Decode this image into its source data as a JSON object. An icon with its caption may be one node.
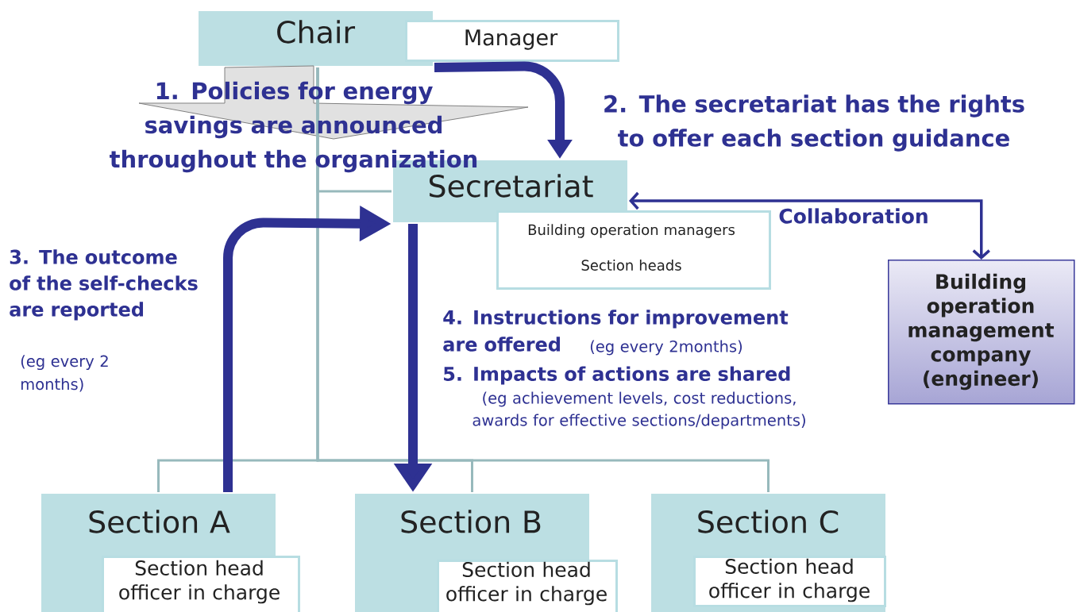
{
  "diagram": {
    "nodes": [
      {
        "text": [
          "Chair"
        ]
      },
      {
        "text": [
          "Manager"
        ]
      },
      {
        "text": [
          "Secretariat"
        ]
      },
      {
        "text": [
          "Building operation managers",
          "Section heads"
        ]
      },
      {
        "text": [
          "Building operation management company (engineer)"
        ]
      },
      {
        "text": [
          "Section A"
        ]
      },
      {
        "text": [
          "Section head officer in charge"
        ]
      },
      {
        "text": [
          "Section B"
        ]
      },
      {
        "text": [
          "Section head officer in charge"
        ]
      },
      {
        "text": [
          "Section C"
        ]
      },
      {
        "text": [
          "Section head officer in charge"
        ],
        "in": 9
      }
    ],
    "edges": [
      {
        "from": 0,
        "to": null,
        "arrow": "to",
        "label": "1. Policies for energy savings are announced throughout the organization",
        "color": "#c4c4c4"
      },
      {
        "from": 0,
        "to": 2,
        "arrow": "to",
        "style": "thick",
        "label": "2. The secretariat has the rights to offer each section guidance"
      },
      {
        "from": 0,
        "to": 2,
        "arrow": "none",
        "color": "#97b9bc"
      },
      {
        "from": 0,
        "to": 5,
        "arrow": "none",
        "color": "#97b9bc"
      },
      {
        "from": 0,
        "to": 7,
        "arrow": "none",
        "color": "#97b9bc"
      },
      {
        "from": 0,
        "to": 9,
        "arrow": "none",
        "color": "#97b9bc"
      },
      {
        "from": 5,
        "to": 2,
        "arrow": "to",
        "style": "thick",
        "label": "3. The outcome of the self-checks are reported"
      },
      {
        "from": 2,
        "to": 7,
        "arrow": "to",
        "style": "thick"
      },
      {
        "from": 2,
        "to": 4,
        "arrow": "both",
        "label": "Collaboration"
      }
    ],
    "labels": [
      "(eg every 2 months)",
      "4. Instructions for improvement are offered",
      "(eg every 2months)",
      "5. Impacts of actions are shared",
      "(eg achievement levels, cost reductions, awards for effective sections/departments)"
    ]
  }
}
